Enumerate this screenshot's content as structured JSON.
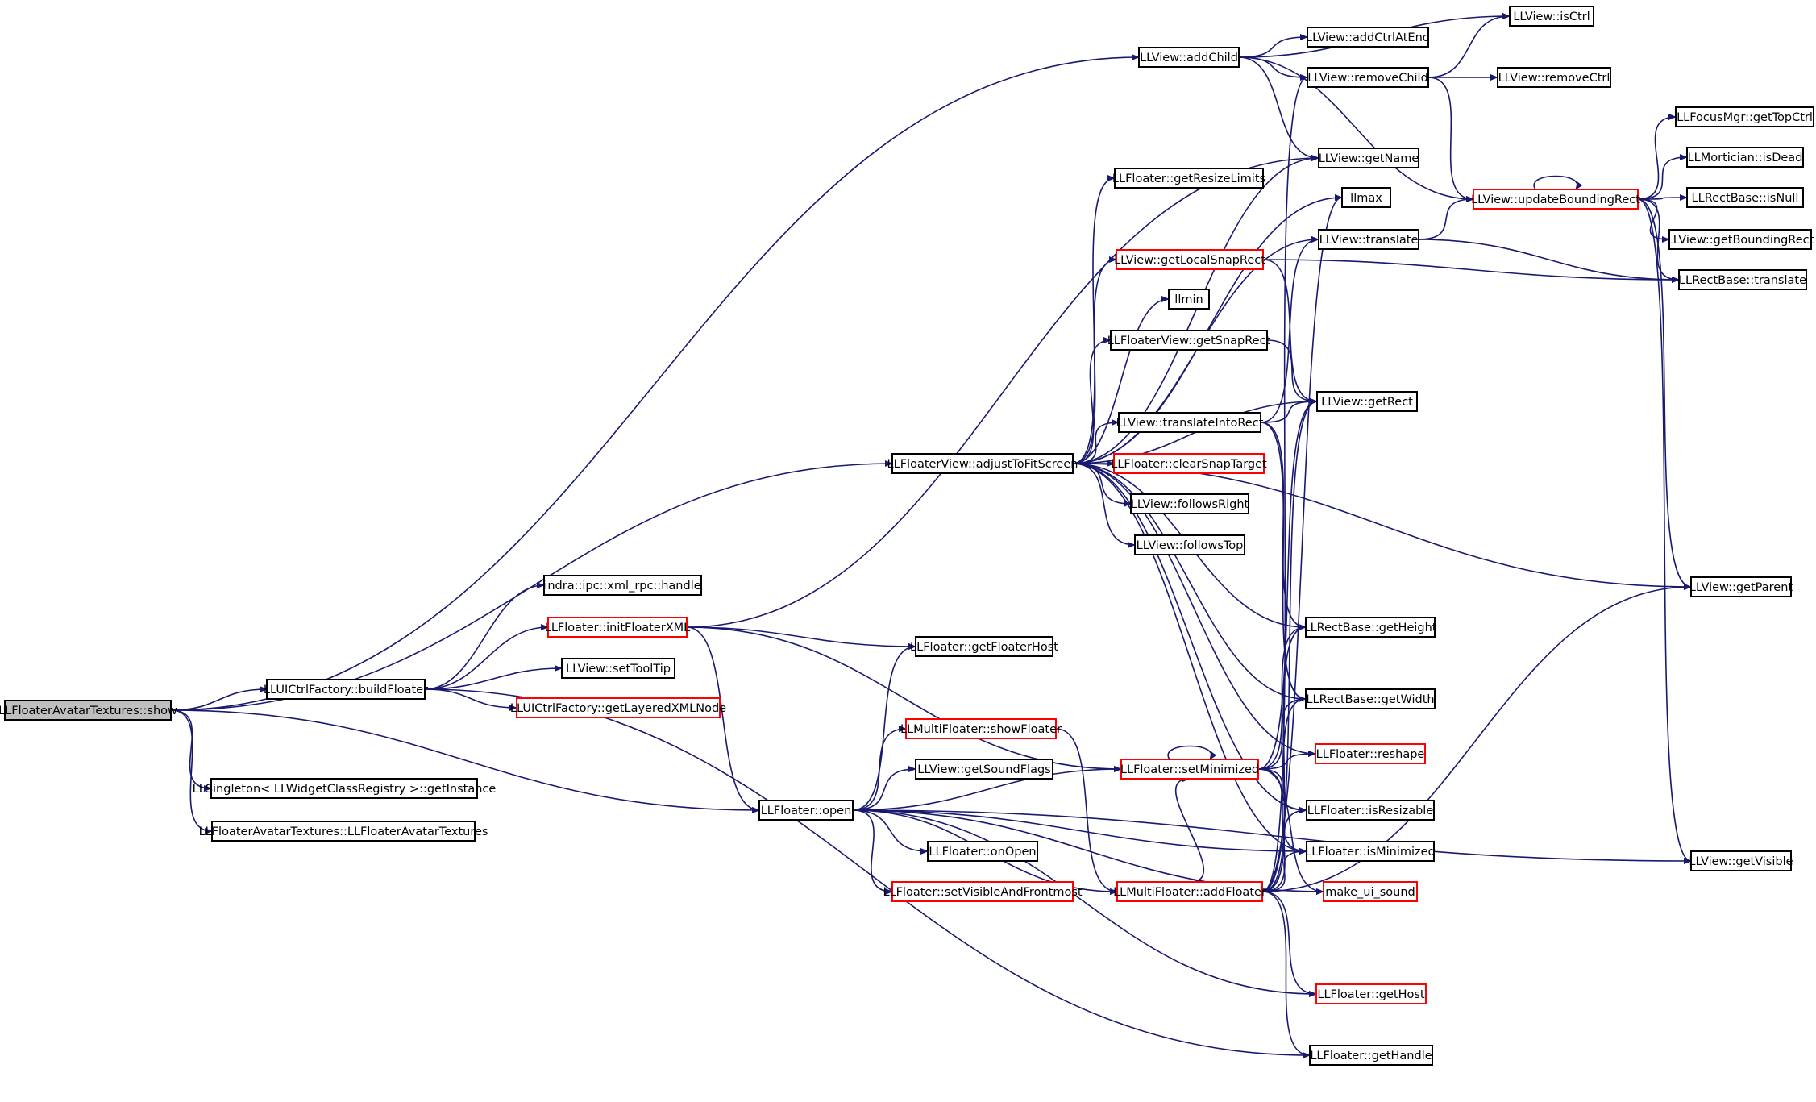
{
  "colors": {
    "edge": "#191970",
    "border_normal": "#000000",
    "border_truncated": "#ff0000",
    "root_fill": "#bfbfbf",
    "node_fill": "#ffffff"
  },
  "nodes": [
    {
      "id": "show",
      "label": "LLFloaterAvatarTextures::show",
      "kind": "root"
    },
    {
      "id": "addChild",
      "label": "LLView::addChild",
      "kind": "normal"
    },
    {
      "id": "isCtrl",
      "label": "LLView::isCtrl",
      "kind": "normal"
    },
    {
      "id": "addCtrlAtEnd",
      "label": "LLView::addCtrlAtEnd",
      "kind": "normal"
    },
    {
      "id": "removeChild",
      "label": "LLView::removeChild",
      "kind": "normal"
    },
    {
      "id": "removeCtrl",
      "label": "LLView::removeCtrl",
      "kind": "normal"
    },
    {
      "id": "getTopCtrl",
      "label": "LLFocusMgr::getTopCtrl",
      "kind": "normal"
    },
    {
      "id": "isDead",
      "label": "LLMortician::isDead",
      "kind": "normal"
    },
    {
      "id": "getName",
      "label": "LLView::getName",
      "kind": "normal"
    },
    {
      "id": "getResizeLimits",
      "label": "LLFloater::getResizeLimits",
      "kind": "normal"
    },
    {
      "id": "llmax",
      "label": "llmax",
      "kind": "normal"
    },
    {
      "id": "updateBoundingRect",
      "label": "LLView::updateBoundingRect",
      "kind": "truncated"
    },
    {
      "id": "isNull",
      "label": "LLRectBase::isNull",
      "kind": "normal"
    },
    {
      "id": "translate",
      "label": "LLView::translate",
      "kind": "normal"
    },
    {
      "id": "getBoundingRect",
      "label": "LLView::getBoundingRect",
      "kind": "normal"
    },
    {
      "id": "getLocalSnapRect",
      "label": "LLView::getLocalSnapRect",
      "kind": "truncated"
    },
    {
      "id": "rectTranslate",
      "label": "LLRectBase::translate",
      "kind": "normal"
    },
    {
      "id": "llmin",
      "label": "llmin",
      "kind": "normal"
    },
    {
      "id": "getSnapRect",
      "label": "LLFloaterView::getSnapRect",
      "kind": "normal"
    },
    {
      "id": "getRect",
      "label": "LLView::getRect",
      "kind": "normal"
    },
    {
      "id": "translateIntoRect",
      "label": "LLView::translateIntoRect",
      "kind": "normal"
    },
    {
      "id": "adjustToFitScreen",
      "label": "LLFloaterView::adjustToFitScreen",
      "kind": "normal"
    },
    {
      "id": "clearSnapTarget",
      "label": "LLFloater::clearSnapTarget",
      "kind": "truncated"
    },
    {
      "id": "followsRight",
      "label": "LLView::followsRight",
      "kind": "normal"
    },
    {
      "id": "followsTop",
      "label": "LLView::followsTop",
      "kind": "normal"
    },
    {
      "id": "xmlrpcHandle",
      "label": "indra::ipc::xml_rpc::handle",
      "kind": "normal"
    },
    {
      "id": "getParent",
      "label": "LLView::getParent",
      "kind": "normal"
    },
    {
      "id": "initFloaterXML",
      "label": "LLFloater::initFloaterXML",
      "kind": "truncated"
    },
    {
      "id": "getHeight",
      "label": "LLRectBase::getHeight",
      "kind": "normal"
    },
    {
      "id": "getFloaterHost",
      "label": "LLFloater::getFloaterHost",
      "kind": "normal"
    },
    {
      "id": "setToolTip",
      "label": "LLView::setToolTip",
      "kind": "normal"
    },
    {
      "id": "buildFloater",
      "label": "LLUICtrlFactory::buildFloater",
      "kind": "normal"
    },
    {
      "id": "getLayeredXMLNode",
      "label": "LLUICtrlFactory::getLayeredXMLNode",
      "kind": "truncated"
    },
    {
      "id": "getWidth",
      "label": "LLRectBase::getWidth",
      "kind": "normal"
    },
    {
      "id": "showFloater",
      "label": "LLMultiFloater::showFloater",
      "kind": "truncated"
    },
    {
      "id": "setMinimized",
      "label": "LLFloater::setMinimized",
      "kind": "truncated"
    },
    {
      "id": "reshape",
      "label": "LLFloater::reshape",
      "kind": "truncated"
    },
    {
      "id": "getInstance",
      "label": "LLSingleton< LLWidgetClassRegistry >::getInstance",
      "kind": "normal"
    },
    {
      "id": "getSoundFlags",
      "label": "LLView::getSoundFlags",
      "kind": "normal"
    },
    {
      "id": "ctor",
      "label": "LLFloaterAvatarTextures::LLFloaterAvatarTextures",
      "kind": "normal"
    },
    {
      "id": "open",
      "label": "LLFloater::open",
      "kind": "normal"
    },
    {
      "id": "isResizable",
      "label": "LLFloater::isResizable",
      "kind": "normal"
    },
    {
      "id": "onOpen",
      "label": "LLFloater::onOpen",
      "kind": "normal"
    },
    {
      "id": "isMinimized",
      "label": "LLFloater::isMinimized",
      "kind": "normal"
    },
    {
      "id": "getVisible",
      "label": "LLView::getVisible",
      "kind": "normal"
    },
    {
      "id": "setVisibleAndFrontmost",
      "label": "LLFloater::setVisibleAndFrontmost",
      "kind": "truncated"
    },
    {
      "id": "addFloater",
      "label": "LLMultiFloater::addFloater",
      "kind": "truncated"
    },
    {
      "id": "makeUiSound",
      "label": "make_ui_sound",
      "kind": "truncated"
    },
    {
      "id": "getHost",
      "label": "LLFloater::getHost",
      "kind": "truncated"
    },
    {
      "id": "getHandle",
      "label": "LLFloater::getHandle",
      "kind": "normal"
    }
  ],
  "edges": [
    [
      "show",
      "addChild"
    ],
    [
      "show",
      "adjustToFitScreen"
    ],
    [
      "show",
      "buildFloater"
    ],
    [
      "show",
      "open"
    ],
    [
      "show",
      "getInstance"
    ],
    [
      "show",
      "ctor"
    ],
    [
      "addChild",
      "isCtrl"
    ],
    [
      "addChild",
      "addCtrlAtEnd"
    ],
    [
      "addChild",
      "removeChild"
    ],
    [
      "addChild",
      "getName"
    ],
    [
      "addChild",
      "updateBoundingRect"
    ],
    [
      "removeChild",
      "isCtrl"
    ],
    [
      "removeChild",
      "removeCtrl"
    ],
    [
      "removeChild",
      "updateBoundingRect"
    ],
    [
      "updateBoundingRect",
      "getTopCtrl"
    ],
    [
      "updateBoundingRect",
      "isDead"
    ],
    [
      "updateBoundingRect",
      "isNull"
    ],
    [
      "updateBoundingRect",
      "getBoundingRect"
    ],
    [
      "updateBoundingRect",
      "rectTranslate"
    ],
    [
      "updateBoundingRect",
      "getParent"
    ],
    [
      "updateBoundingRect",
      "getVisible"
    ],
    [
      "updateBoundingRect",
      "updateBoundingRect"
    ],
    [
      "translate",
      "updateBoundingRect"
    ],
    [
      "translate",
      "rectTranslate"
    ],
    [
      "getLocalSnapRect",
      "rectTranslate"
    ],
    [
      "getLocalSnapRect",
      "getRect"
    ],
    [
      "getSnapRect",
      "getRect"
    ],
    [
      "translateIntoRect",
      "getRect"
    ],
    [
      "translateIntoRect",
      "translate"
    ],
    [
      "translateIntoRect",
      "getHeight"
    ],
    [
      "translateIntoRect",
      "getWidth"
    ],
    [
      "adjustToFitScreen",
      "getName"
    ],
    [
      "adjustToFitScreen",
      "getResizeLimits"
    ],
    [
      "adjustToFitScreen",
      "llmax"
    ],
    [
      "adjustToFitScreen",
      "translate"
    ],
    [
      "adjustToFitScreen",
      "getLocalSnapRect"
    ],
    [
      "adjustToFitScreen",
      "llmin"
    ],
    [
      "adjustToFitScreen",
      "getSnapRect"
    ],
    [
      "adjustToFitScreen",
      "getRect"
    ],
    [
      "adjustToFitScreen",
      "translateIntoRect"
    ],
    [
      "adjustToFitScreen",
      "clearSnapTarget"
    ],
    [
      "adjustToFitScreen",
      "followsRight"
    ],
    [
      "adjustToFitScreen",
      "followsTop"
    ],
    [
      "adjustToFitScreen",
      "getParent"
    ],
    [
      "adjustToFitScreen",
      "getHeight"
    ],
    [
      "adjustToFitScreen",
      "getWidth"
    ],
    [
      "adjustToFitScreen",
      "reshape"
    ],
    [
      "adjustToFitScreen",
      "isResizable"
    ],
    [
      "adjustToFitScreen",
      "isMinimized"
    ],
    [
      "buildFloater",
      "xmlrpcHandle"
    ],
    [
      "buildFloater",
      "initFloaterXML"
    ],
    [
      "buildFloater",
      "setToolTip"
    ],
    [
      "buildFloater",
      "getLayeredXMLNode"
    ],
    [
      "buildFloater",
      "getHandle"
    ],
    [
      "initFloaterXML",
      "getName"
    ],
    [
      "initFloaterXML",
      "getFloaterHost"
    ],
    [
      "initFloaterXML",
      "open"
    ],
    [
      "initFloaterXML",
      "setMinimized"
    ],
    [
      "open",
      "getFloaterHost"
    ],
    [
      "open",
      "showFloater"
    ],
    [
      "open",
      "setMinimized"
    ],
    [
      "open",
      "getSoundFlags"
    ],
    [
      "open",
      "onOpen"
    ],
    [
      "open",
      "setVisibleAndFrontmost"
    ],
    [
      "open",
      "addFloater"
    ],
    [
      "open",
      "makeUiSound"
    ],
    [
      "open",
      "getHost"
    ],
    [
      "open",
      "isMinimized"
    ],
    [
      "open",
      "getVisible"
    ],
    [
      "showFloater",
      "addFloater"
    ],
    [
      "setMinimized",
      "getHeight"
    ],
    [
      "setMinimized",
      "getWidth"
    ],
    [
      "setMinimized",
      "reshape"
    ],
    [
      "setMinimized",
      "isResizable"
    ],
    [
      "setMinimized",
      "isMinimized"
    ],
    [
      "setMinimized",
      "makeUiSound"
    ],
    [
      "setMinimized",
      "getRect"
    ],
    [
      "setMinimized",
      "setMinimized"
    ],
    [
      "addFloater",
      "removeChild"
    ],
    [
      "addFloater",
      "llmax"
    ],
    [
      "addFloater",
      "getRect"
    ],
    [
      "addFloater",
      "getHeight"
    ],
    [
      "addFloater",
      "getWidth"
    ],
    [
      "addFloater",
      "isResizable"
    ],
    [
      "addFloater",
      "isMinimized"
    ],
    [
      "addFloater",
      "getParent"
    ],
    [
      "addFloater",
      "getHost"
    ],
    [
      "addFloater",
      "getHandle"
    ],
    [
      "addFloater",
      "setMinimized"
    ]
  ]
}
